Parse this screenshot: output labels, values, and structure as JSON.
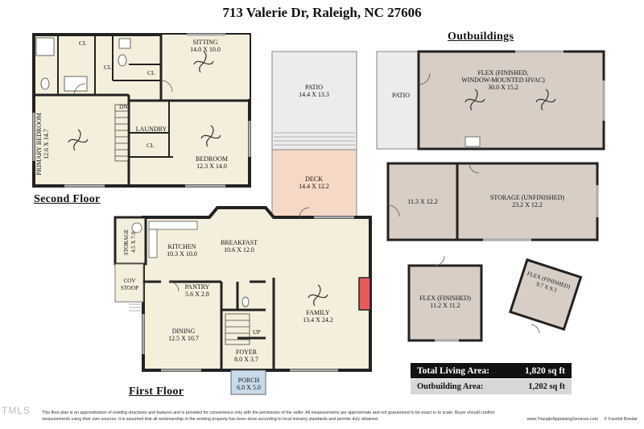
{
  "title": "713 Valerie Dr, Raleigh, NC 27606",
  "sections": {
    "second_floor": "Second Floor",
    "first_floor": "First Floor",
    "outbuildings": "Outbuildings"
  },
  "second_floor_rooms": {
    "sitting": {
      "name": "SITTING",
      "dims": "14.0 X 10.0"
    },
    "primary_bedroom": {
      "name": "PRIMARY BEDROOM",
      "dims": "12.6 X 14.7"
    },
    "bedroom": {
      "name": "BEDROOM",
      "dims": "12.3 X 14.0"
    },
    "laundry": {
      "name": "LAUNDRY"
    },
    "dn": "DN",
    "closets": [
      "CL",
      "CL",
      "CL",
      "CL"
    ]
  },
  "first_floor_rooms": {
    "patio": {
      "name": "PATIO",
      "dims": "14.4 X 13.3"
    },
    "deck": {
      "name": "DECK",
      "dims": "14.4 X 12.2"
    },
    "storage": {
      "name": "STORAGE",
      "dims": "4.5 X 7.0"
    },
    "kitchen": {
      "name": "KITCHEN",
      "dims": "10.3 X 10.0"
    },
    "breakfast": {
      "name": "BREAKFAST",
      "dims": "10.6 X 12.0"
    },
    "cov_stoop": {
      "name": "COV STOOP"
    },
    "pantry": {
      "name": "PANTRY",
      "dims": "5.6 X 2.8"
    },
    "dining": {
      "name": "DINING",
      "dims": "12.5 X 10.7"
    },
    "family": {
      "name": "FAMILY",
      "dims": "13.4 X 24.2"
    },
    "foyer": {
      "name": "FOYER",
      "dims": "8.0 X 3.7"
    },
    "porch": {
      "name": "PORCH",
      "dims": "6.0 X 5.0"
    },
    "up": "UP"
  },
  "outbuilding_rooms": {
    "patio": {
      "name": "PATIO"
    },
    "flex_hvac": {
      "name": "FLEX (FINISHED,",
      "name2": "WINDOW-MOUNTED HVAC)",
      "dims": "30.0 X 15.2"
    },
    "small_room": {
      "dims": "11.3 X 12.2"
    },
    "storage": {
      "name": "STORAGE (UNFINISHED)",
      "dims": "23.2 X 12.2"
    },
    "flex1": {
      "name": "FLEX (FINISHED)",
      "dims": "11.2 X 11.2"
    },
    "flex2": {
      "name": "FLEX (FINISHED)",
      "dims": "9.7 X 9.3"
    }
  },
  "totals": {
    "living_label": "Total Living Area:",
    "living_value": "1,820 sq ft",
    "outbuilding_label": "Outbuilding Area:",
    "outbuilding_value": "1,202 sq ft"
  },
  "disclaimer": {
    "line1": "This floor plan is an approximation of existing structures and features and is provided for convenience only with the permission of the seller. All measurements are approximate and not guaranteed to be exact or to scale. Buyer should confirm",
    "line2": "measurements using their own sources. It is assumed that all workmanship in the existing property has been done according to local industry standards and permits duly obtained.",
    "website": "www.TriangleAppraisingServices.com",
    "copyright": "© Farshid Bondar"
  },
  "logo_text": "TMLS",
  "colors": {
    "floor": "#f4efdc",
    "wall": "#222222",
    "patio": "#ececec",
    "deck": "#f6d8c6",
    "outbuilding": "#d8cec5",
    "fireplace": "#e85a5a",
    "porch": "#c9dbea"
  }
}
